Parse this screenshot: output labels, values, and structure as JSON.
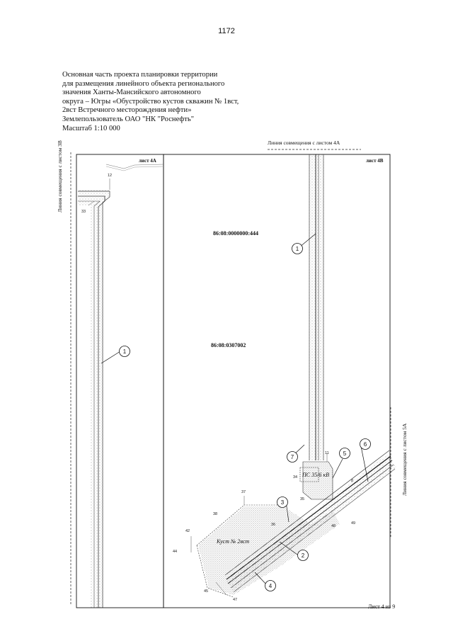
{
  "page_number": "1172",
  "header": {
    "lines": [
      "Основная часть проекта планировки территории",
      "для размещения линейного объекта регионального",
      "значения Ханты-Мансийского автономного",
      "округа – Югры «Обустройство кустов скважин № 1вст,",
      "2вст Встречного месторождения нефти»",
      "Землепользователь ОАО \"НК \"Роснефть\"",
      "Масштаб 1:10 000"
    ]
  },
  "join_lines": {
    "top": "Линия совмещения с листом 4А",
    "left": "Линия совмещения с листом 3В",
    "right": "Линия совмещения с листом 5А"
  },
  "sheets": {
    "left": "лист 4А",
    "right": "лист 4В"
  },
  "cadastral": {
    "a": "86:08:0000000:444",
    "b": "86:08:0307002"
  },
  "callouts": [
    "1",
    "1",
    "2",
    "3",
    "4",
    "5",
    "6",
    "7"
  ],
  "point_labels": [
    "12",
    "33",
    "11",
    "34",
    "35",
    "8",
    "48",
    "49",
    "37",
    "38",
    "36",
    "42",
    "44",
    "45",
    "47"
  ],
  "annotations": {
    "substation": "ПС 35/6 кВ",
    "pad": "Куст № 2вст"
  },
  "footer": "Лист 4 из 9"
}
